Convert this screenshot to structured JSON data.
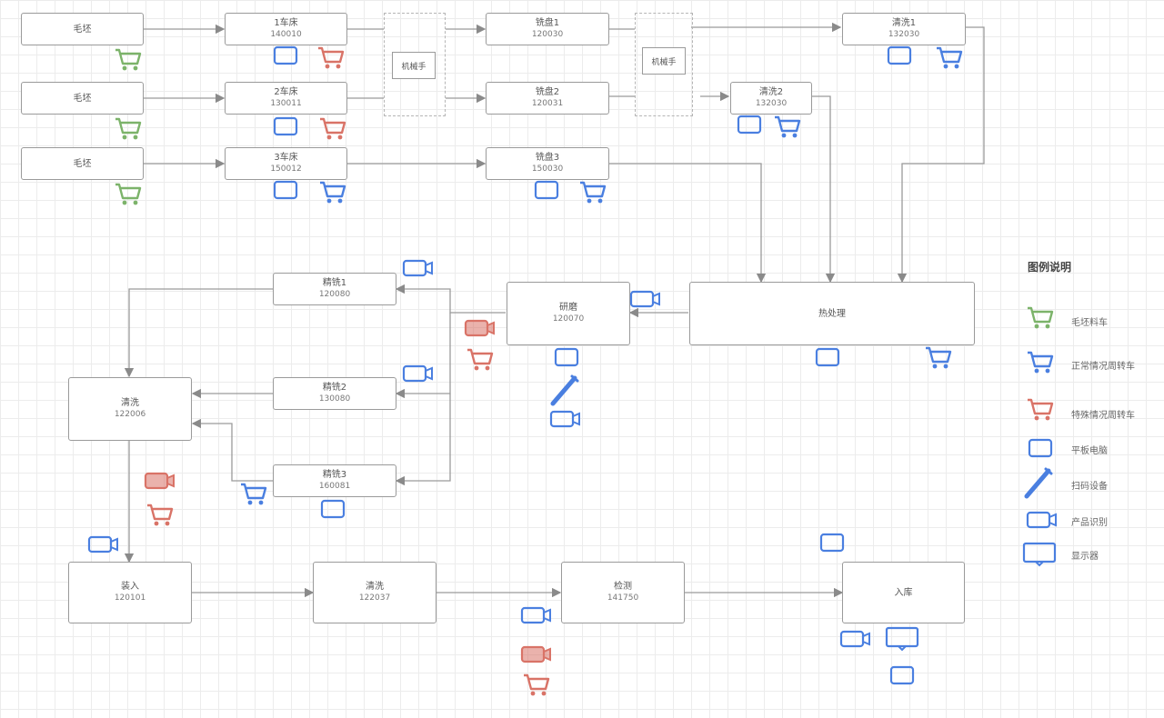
{
  "nodes": {
    "raw1": {
      "name": "毛坯",
      "code": ""
    },
    "raw2": {
      "name": "毛坯",
      "code": ""
    },
    "raw3": {
      "name": "毛坯",
      "code": ""
    },
    "car1": {
      "name": "1车床",
      "code": "140010"
    },
    "car2": {
      "name": "2车床",
      "code": "130011"
    },
    "car3": {
      "name": "3车床",
      "code": "150012"
    },
    "mh1": {
      "name": "机械手",
      "code": ""
    },
    "mh2": {
      "name": "机械手",
      "code": ""
    },
    "mill1": {
      "name": "铣盘1",
      "code": "120030"
    },
    "mill2": {
      "name": "铣盘2",
      "code": "120031"
    },
    "mill3": {
      "name": "铣盘3",
      "code": "150030"
    },
    "wash1": {
      "name": "清洗1",
      "code": "132030"
    },
    "wash2": {
      "name": "清洗2",
      "code": "132030"
    },
    "heat": {
      "name": "热处理",
      "code": ""
    },
    "grind": {
      "name": "研磨",
      "code": "120070"
    },
    "fine1": {
      "name": "精铣1",
      "code": "120080"
    },
    "fine2": {
      "name": "精铣2",
      "code": "130080"
    },
    "fine3": {
      "name": "精铣3",
      "code": "160081"
    },
    "clean": {
      "name": "清洗",
      "code": "122006"
    },
    "pressA": {
      "name": "装入",
      "code": "120101"
    },
    "clean2": {
      "name": "清洗",
      "code": "122037"
    },
    "detect": {
      "name": "检测",
      "code": "141750"
    },
    "store": {
      "name": "入库",
      "code": ""
    }
  },
  "legend": {
    "title": "图例说明",
    "items": [
      {
        "label": "毛坯料车",
        "icon": "cart",
        "color": "#7cb36a"
      },
      {
        "label": "正常情况周转车",
        "icon": "cart",
        "color": "#4a7fe0"
      },
      {
        "label": "特殊情况周转车",
        "icon": "cart",
        "color": "#d97367"
      },
      {
        "label": "平板电脑",
        "icon": "tablet",
        "color": "#4a7fe0"
      },
      {
        "label": "扫码设备",
        "icon": "scanner",
        "color": "#4a7fe0"
      },
      {
        "label": "产品识别",
        "icon": "camera",
        "color": "#4a7fe0"
      },
      {
        "label": "显示器",
        "icon": "monitor",
        "color": "#4a7fe0"
      }
    ]
  },
  "colors": {
    "green": "#7cb36a",
    "blue": "#4a7fe0",
    "red": "#d97367",
    "edge": "#8a8a8a"
  }
}
